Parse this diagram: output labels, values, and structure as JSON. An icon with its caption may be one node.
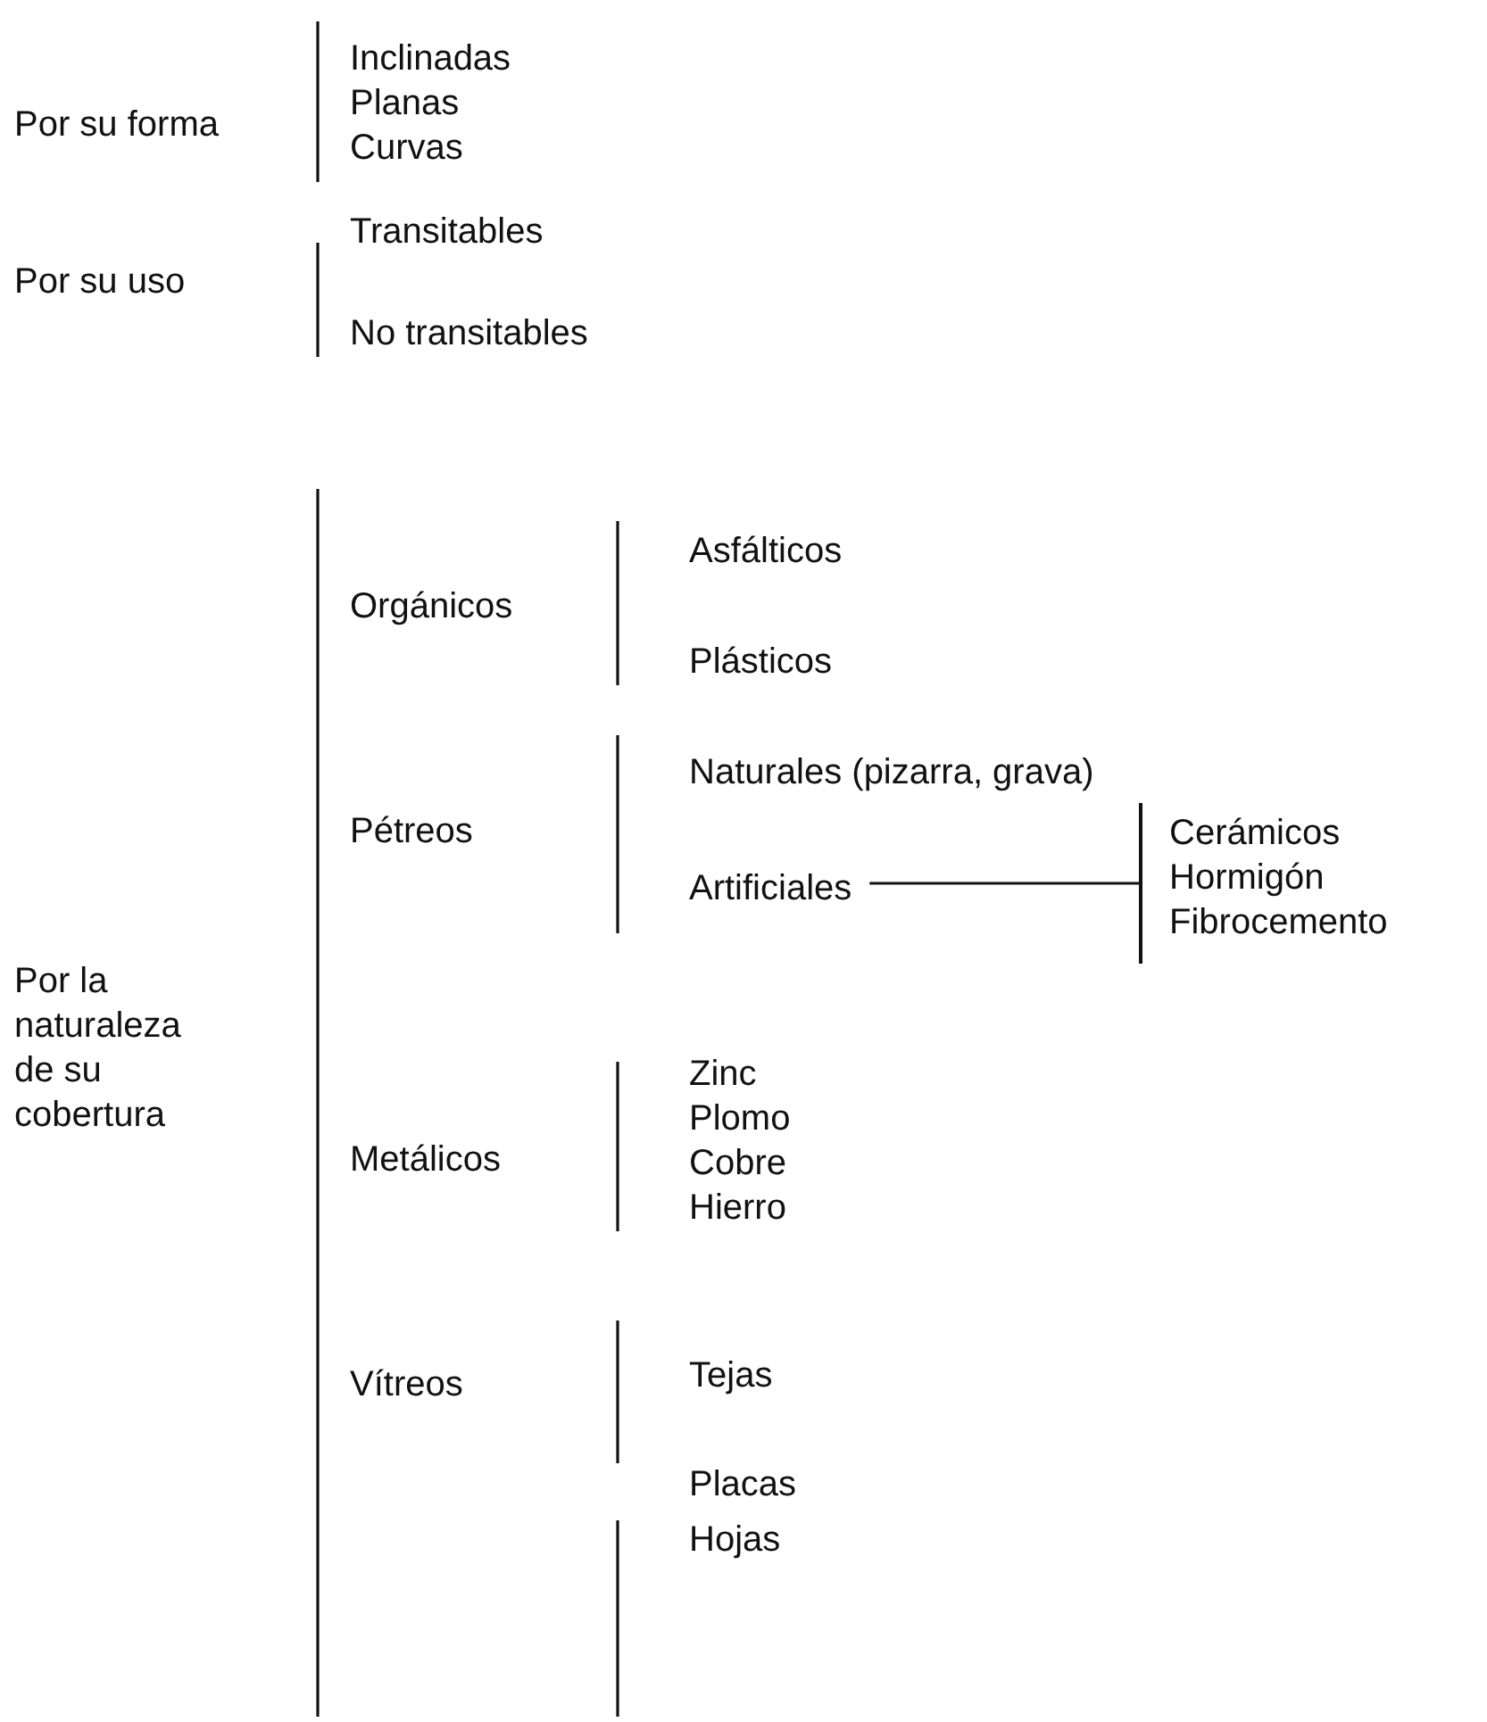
{
  "diagram": {
    "nodes": [
      {
        "text": [
          "Artificiales"
        ]
      },
      {
        "text": [],
        "shape": "bar"
      }
    ],
    "edges": [
      {
        "from": 0,
        "to": 1,
        "arrow": "none"
      }
    ],
    "labels": [
      "Por su forma",
      "Inclinadas",
      "Planas",
      "Curvas",
      "Por su uso",
      "Transitables",
      "No transitables",
      "Por la naturaleza de su cobertura",
      "Orgánicos",
      "Asfálticos",
      "Plásticos",
      "Pétreos",
      "Naturales (pizarra, grava)",
      "Cerámicos",
      "Hormigón",
      "Fibrocemento",
      "Metálicos",
      "Zinc",
      "Plomo",
      "Cobre",
      "Hierro",
      "Vítreos",
      "Tejas",
      "Placas",
      "Hojas"
    ]
  }
}
